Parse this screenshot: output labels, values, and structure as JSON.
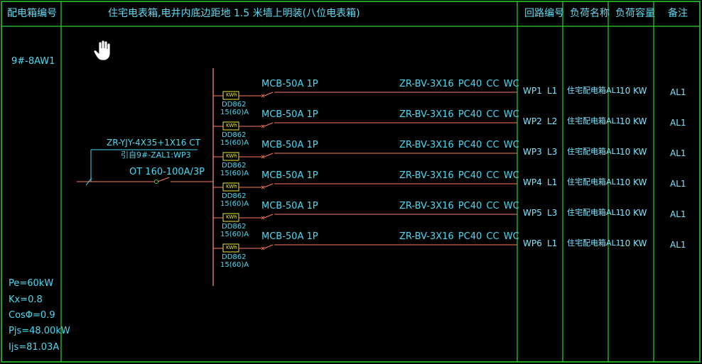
{
  "header": {
    "col_box_id": "配电箱编号",
    "title": "住宅电表箱,电井内底边距地 1.5 米墙上明装(八位电表箱)",
    "col_circuit": "回路编号",
    "col_load_name": "负荷名称",
    "col_capacity": "负荷容量",
    "col_remark": "备注"
  },
  "box_id": "9#-8AW1",
  "incoming_cable": "ZR-YJY-4X35+1X16 CT",
  "incoming_from": "引自9#-ZAL1:WP3",
  "main_switch": "OT 160-100A/3P",
  "summary": {
    "pe": "Pe=60kW",
    "kx": "Kx=0.8",
    "cos": "CosΦ=0.9",
    "pjs": "Pjs=48.00kW",
    "ijs": "Ijs=81.03A"
  },
  "circuits": [
    {
      "breaker": "MCB-50A 1P",
      "cable": "ZR-BV-3X16  PC40   CC WC",
      "id": "WP1",
      "phase": "L1",
      "load": "住宅配电箱AL1",
      "cap": "10 KW",
      "remark": "AL1",
      "meter_kwh": "KWh",
      "meter_model": "DD862",
      "meter_rating": "15(60)A"
    },
    {
      "breaker": "MCB-50A 1P",
      "cable": "ZR-BV-3X16  PC40   CC WC",
      "id": "WP2",
      "phase": "L2",
      "load": "住宅配电箱AL1",
      "cap": "10 KW",
      "remark": "AL1",
      "meter_kwh": "KWh",
      "meter_model": "DD862",
      "meter_rating": "15(60)A"
    },
    {
      "breaker": "MCB-50A 1P",
      "cable": "ZR-BV-3X16  PC40   CC WC",
      "id": "WP3",
      "phase": "L3",
      "load": "住宅配电箱AL1",
      "cap": "10 KW",
      "remark": "AL1",
      "meter_kwh": "KWh",
      "meter_model": "DD862",
      "meter_rating": "15(60)A"
    },
    {
      "breaker": "MCB-50A 1P",
      "cable": "ZR-BV-3X16  PC40   CC WC",
      "id": "WP4",
      "phase": "L1",
      "load": "住宅配电箱AL1",
      "cap": "10 KW",
      "remark": "AL1",
      "meter_kwh": "KWh",
      "meter_model": "DD862",
      "meter_rating": "15(60)A"
    },
    {
      "breaker": "MCB-50A 1P",
      "cable": "ZR-BV-3X16  PC40   CC WC",
      "id": "WP5",
      "phase": "L3",
      "load": "住宅配电箱AL1",
      "cap": "10 KW",
      "remark": "AL1",
      "meter_kwh": "KWh",
      "meter_model": "DD862",
      "meter_rating": "15(60)A"
    },
    {
      "breaker": "MCB-50A 1P",
      "cable": "ZR-BV-3X16  PC40   CC WC",
      "id": "WP6",
      "phase": "L1",
      "load": "住宅配电箱AL1",
      "cap": "10 KW",
      "remark": "AL1",
      "meter_kwh": "KWh",
      "meter_model": "DD862",
      "meter_rating": "15(60)A"
    }
  ],
  "colors": {
    "grid": "#2fd02f",
    "text": "#4dd9f2",
    "wire": "#ff7b5c",
    "meter": "#e8e838",
    "bus": "#ff9b7a"
  }
}
